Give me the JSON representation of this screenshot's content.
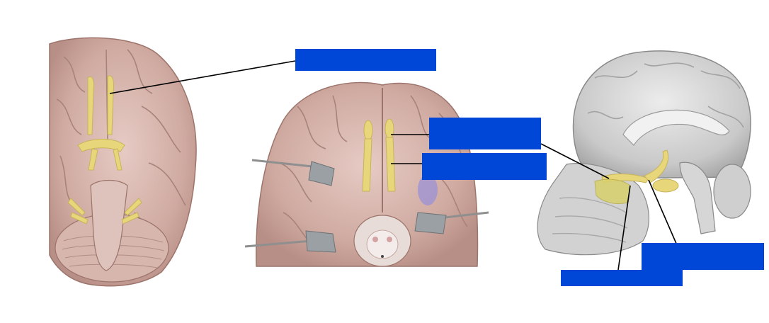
{
  "figure": {
    "panels": [
      "inferior-brain-view",
      "frontal-lobes-inferior-view",
      "midsagittal-brain-view"
    ],
    "label_boxes": [
      "",
      "",
      "",
      "",
      "",
      ""
    ]
  },
  "colors": {
    "label_fill": "#0047d8",
    "brain_tissue": "#d9b8b0",
    "nerve_highlight": "#e8d67a",
    "leader_line": "#000000"
  }
}
